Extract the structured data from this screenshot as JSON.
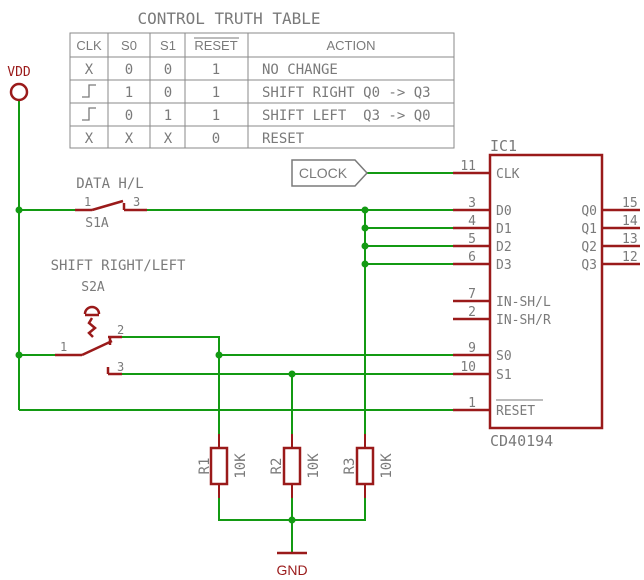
{
  "truth_table": {
    "title": "CONTROL TRUTH TABLE",
    "headers": [
      "CLK",
      "S0",
      "S1",
      "RESET",
      "ACTION"
    ],
    "rows": [
      [
        "X",
        "0",
        "0",
        "1",
        "NO CHANGE"
      ],
      [
        "clock-rising-edge",
        "1",
        "0",
        "1",
        "SHIFT RIGHT Q0 -> Q3"
      ],
      [
        "clock-rising-edge",
        "0",
        "1",
        "1",
        "SHIFT LEFT  Q3 -> Q0"
      ],
      [
        "X",
        "X",
        "X",
        "0",
        "RESET"
      ]
    ]
  },
  "supply": {
    "vdd": "VDD",
    "gnd": "GND"
  },
  "clock_port": "CLOCK",
  "switch1": {
    "label": "DATA H/L",
    "name": "S1A",
    "pin1": "1",
    "pin3": "3"
  },
  "switch2": {
    "label": "SHIFT RIGHT/LEFT",
    "name": "S2A",
    "pin1": "1",
    "pin2": "2",
    "pin3": "3"
  },
  "ic": {
    "name": "IC1",
    "part": "CD40194",
    "left_pins": [
      {
        "num": "11",
        "label": "CLK"
      },
      {
        "num": "3",
        "label": "D0"
      },
      {
        "num": "4",
        "label": "D1"
      },
      {
        "num": "5",
        "label": "D2"
      },
      {
        "num": "6",
        "label": "D3"
      },
      {
        "num": "7",
        "label": "IN-SH/L"
      },
      {
        "num": "2",
        "label": "IN-SH/R"
      },
      {
        "num": "9",
        "label": "S0"
      },
      {
        "num": "10",
        "label": "S1"
      },
      {
        "num": "1",
        "label": "RESET"
      }
    ],
    "right_pins": [
      {
        "num": "15",
        "label": "Q0"
      },
      {
        "num": "14",
        "label": "Q1"
      },
      {
        "num": "13",
        "label": "Q2"
      },
      {
        "num": "12",
        "label": "Q3"
      }
    ]
  },
  "resistors": [
    {
      "name": "R1",
      "value": "10K"
    },
    {
      "name": "R2",
      "value": "10K"
    },
    {
      "name": "R3",
      "value": "10K"
    }
  ]
}
